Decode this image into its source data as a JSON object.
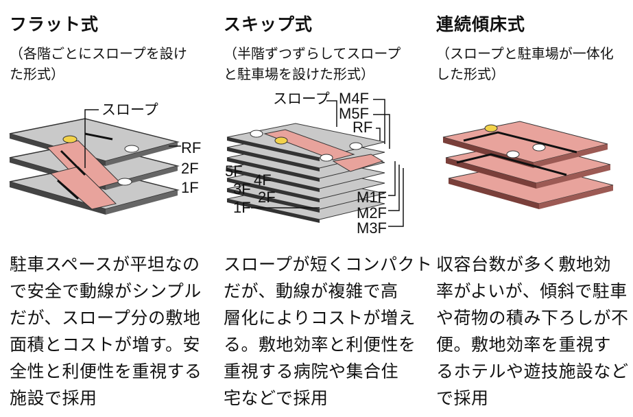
{
  "columns": [
    {
      "title": "フラット式",
      "subtitle": [
        "（各階ごとにスロープを設け",
        "た形式）"
      ],
      "desc": [
        "駐車スペースが平坦なの",
        "で安全で動線がシンプル",
        "だが、スロープ分の敷地",
        "面積とコストが増す。安",
        "全性と利便性を重視する",
        "施設で採用"
      ],
      "labels": {
        "slope": "スロープ",
        "rf": "RF",
        "f2": "2F",
        "f1": "1F"
      }
    },
    {
      "title": "スキップ式",
      "subtitle": [
        "（半階ずつずらしてスロープ",
        "と駐車場を設けた形式）"
      ],
      "desc": [
        "スロープが短くコンパクト",
        "だが、動線が複雑で高",
        "層化によりコストが増え",
        "る。敷地効率と利便性を",
        "重視する病院や集合住",
        "宅などで採用"
      ],
      "labels": {
        "slope": "スロープ",
        "m4f": "M4F",
        "m5f": "M5F",
        "rf": "RF",
        "f5": "5F",
        "f4": "4F",
        "f3": "3F",
        "f2": "2F",
        "f1": "1F",
        "m1f": "M1F",
        "m2f": "M2F",
        "m3f": "M3F"
      }
    },
    {
      "title": "連続傾床式",
      "subtitle": [
        "（スロープと駐車場が一体化",
        "した形式）"
      ],
      "desc": [
        "収容台数が多く敷地効",
        "率がよいが、傾斜で駐車",
        "や荷物の積み下ろしが不",
        "便。敷地効率を重視す",
        "るホテルや遊技施設など",
        "で採用"
      ],
      "labels": {}
    }
  ],
  "colors": {
    "slope_pink": "#e8a39c",
    "floor_gray": "#c9c9c9",
    "floor_dark": "#444444",
    "text": "#111111",
    "car_yellow": "#f2d24a"
  }
}
